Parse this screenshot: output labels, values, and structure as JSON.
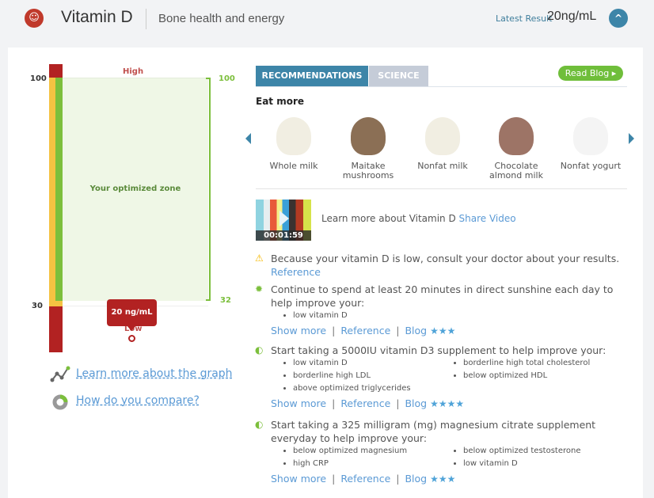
{
  "header": {
    "title": "Vitamin D",
    "subtitle": "Bone health and energy",
    "latest_label": "Latest Result",
    "latest_value": "20ng/mL",
    "icon": "vitamin-figure-icon",
    "collapse_icon": "chevron-up-icon"
  },
  "chart": {
    "high_label": "High",
    "low_label": "Low",
    "left_ticks": [
      "100",
      "30"
    ],
    "zone_ticks": [
      "100",
      "32"
    ],
    "zone_label": "Your optimized zone",
    "result_label": "20 ng/mL",
    "result_value": 20,
    "colors": {
      "danger": "#b22222",
      "warning": "#f5c342",
      "optimal": "#7cbf3c"
    }
  },
  "links": {
    "learn_graph": "Learn more about the graph",
    "compare": "How do you compare?"
  },
  "tabs": {
    "recommendations": "RECOMMENDATIONS",
    "science": "SCIENCE",
    "read_blog": "Read Blog"
  },
  "eat_more": {
    "title": "Eat more",
    "foods": [
      {
        "name": "Whole milk",
        "color": "#f1eee2"
      },
      {
        "name": "Maitake mushrooms",
        "color": "#8b6f55"
      },
      {
        "name": "Nonfat milk",
        "color": "#f1eee2"
      },
      {
        "name": "Chocolate almond milk",
        "color": "#9d7466"
      },
      {
        "name": "Nonfat yogurt",
        "color": "#f4f4f4"
      }
    ]
  },
  "video": {
    "duration": "00:01:59",
    "text": "Learn more about Vitamin D",
    "share": "Share Video"
  },
  "recommendations": [
    {
      "icon": "warning-icon",
      "text": "Because your vitamin D is low, consult your doctor about your results.",
      "reference": "Reference"
    },
    {
      "icon": "sun-icon",
      "text": "Continue to spend at least 20 minutes in direct sunshine each day to help improve your:",
      "items": [
        "low vitamin D"
      ],
      "show_more": "Show more",
      "reference": "Reference",
      "blog": "Blog",
      "stars": 3
    },
    {
      "icon": "pill-icon",
      "text": "Start taking a 5000IU vitamin D3 supplement to help improve your:",
      "items": [
        "low vitamin D",
        "borderline high total cholesterol",
        "borderline high LDL",
        "below optimized HDL",
        "above optimized triglycerides"
      ],
      "show_more": "Show more",
      "reference": "Reference",
      "blog": "Blog",
      "stars": 4
    },
    {
      "icon": "pill-icon",
      "text": "Start taking a 325 milligram (mg) magnesium citrate supplement everyday to help improve your:",
      "items": [
        "below optimized magnesium",
        "below optimized testosterone",
        "high CRP",
        "low vitamin D"
      ],
      "show_more": "Show more",
      "reference": "Reference",
      "blog": "Blog",
      "stars": 3
    }
  ]
}
